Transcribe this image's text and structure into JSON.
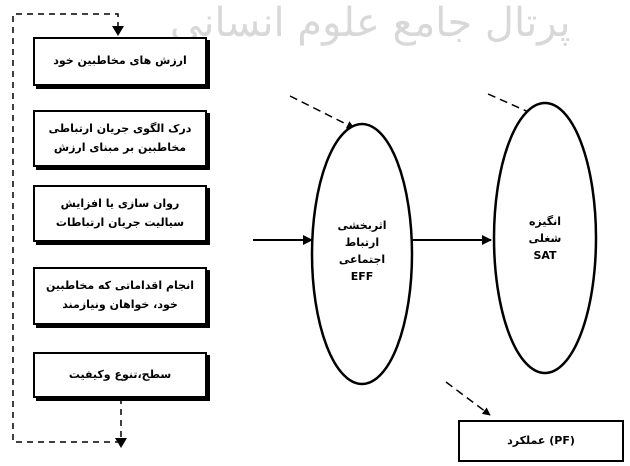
{
  "watermark": "پرتال جامع علوم انسانی",
  "boxes": [
    {
      "id": "values",
      "lines": [
        "ارزش های مخاطبین خود"
      ]
    },
    {
      "id": "pattern",
      "lines": [
        "درک الگوی جریان ارتباطی",
        "مخاطبین بر مبنای ارزش"
      ]
    },
    {
      "id": "fluidity",
      "lines": [
        "روان سازی یا افزایش",
        "سیالیت جریان ارتباطات"
      ]
    },
    {
      "id": "actions",
      "lines": [
        "انجام اقداماتی که مخاطبین",
        "خود، خواهان ونیازمند"
      ]
    },
    {
      "id": "quality",
      "lines": [
        "سطح،تنوع وکیفیت"
      ]
    }
  ],
  "ellipses": [
    {
      "id": "eff",
      "lines": [
        "اثربخشی",
        "ارتباط",
        "اجتماعی",
        "EFF"
      ]
    },
    {
      "id": "sat",
      "lines": [
        "انگیزه",
        "شغلی",
        "SAT"
      ]
    }
  ],
  "performance": "(PF) عملکرد",
  "colors": {
    "stroke": "#000000",
    "watermark": "#d8d8d8",
    "background": "#ffffff"
  }
}
